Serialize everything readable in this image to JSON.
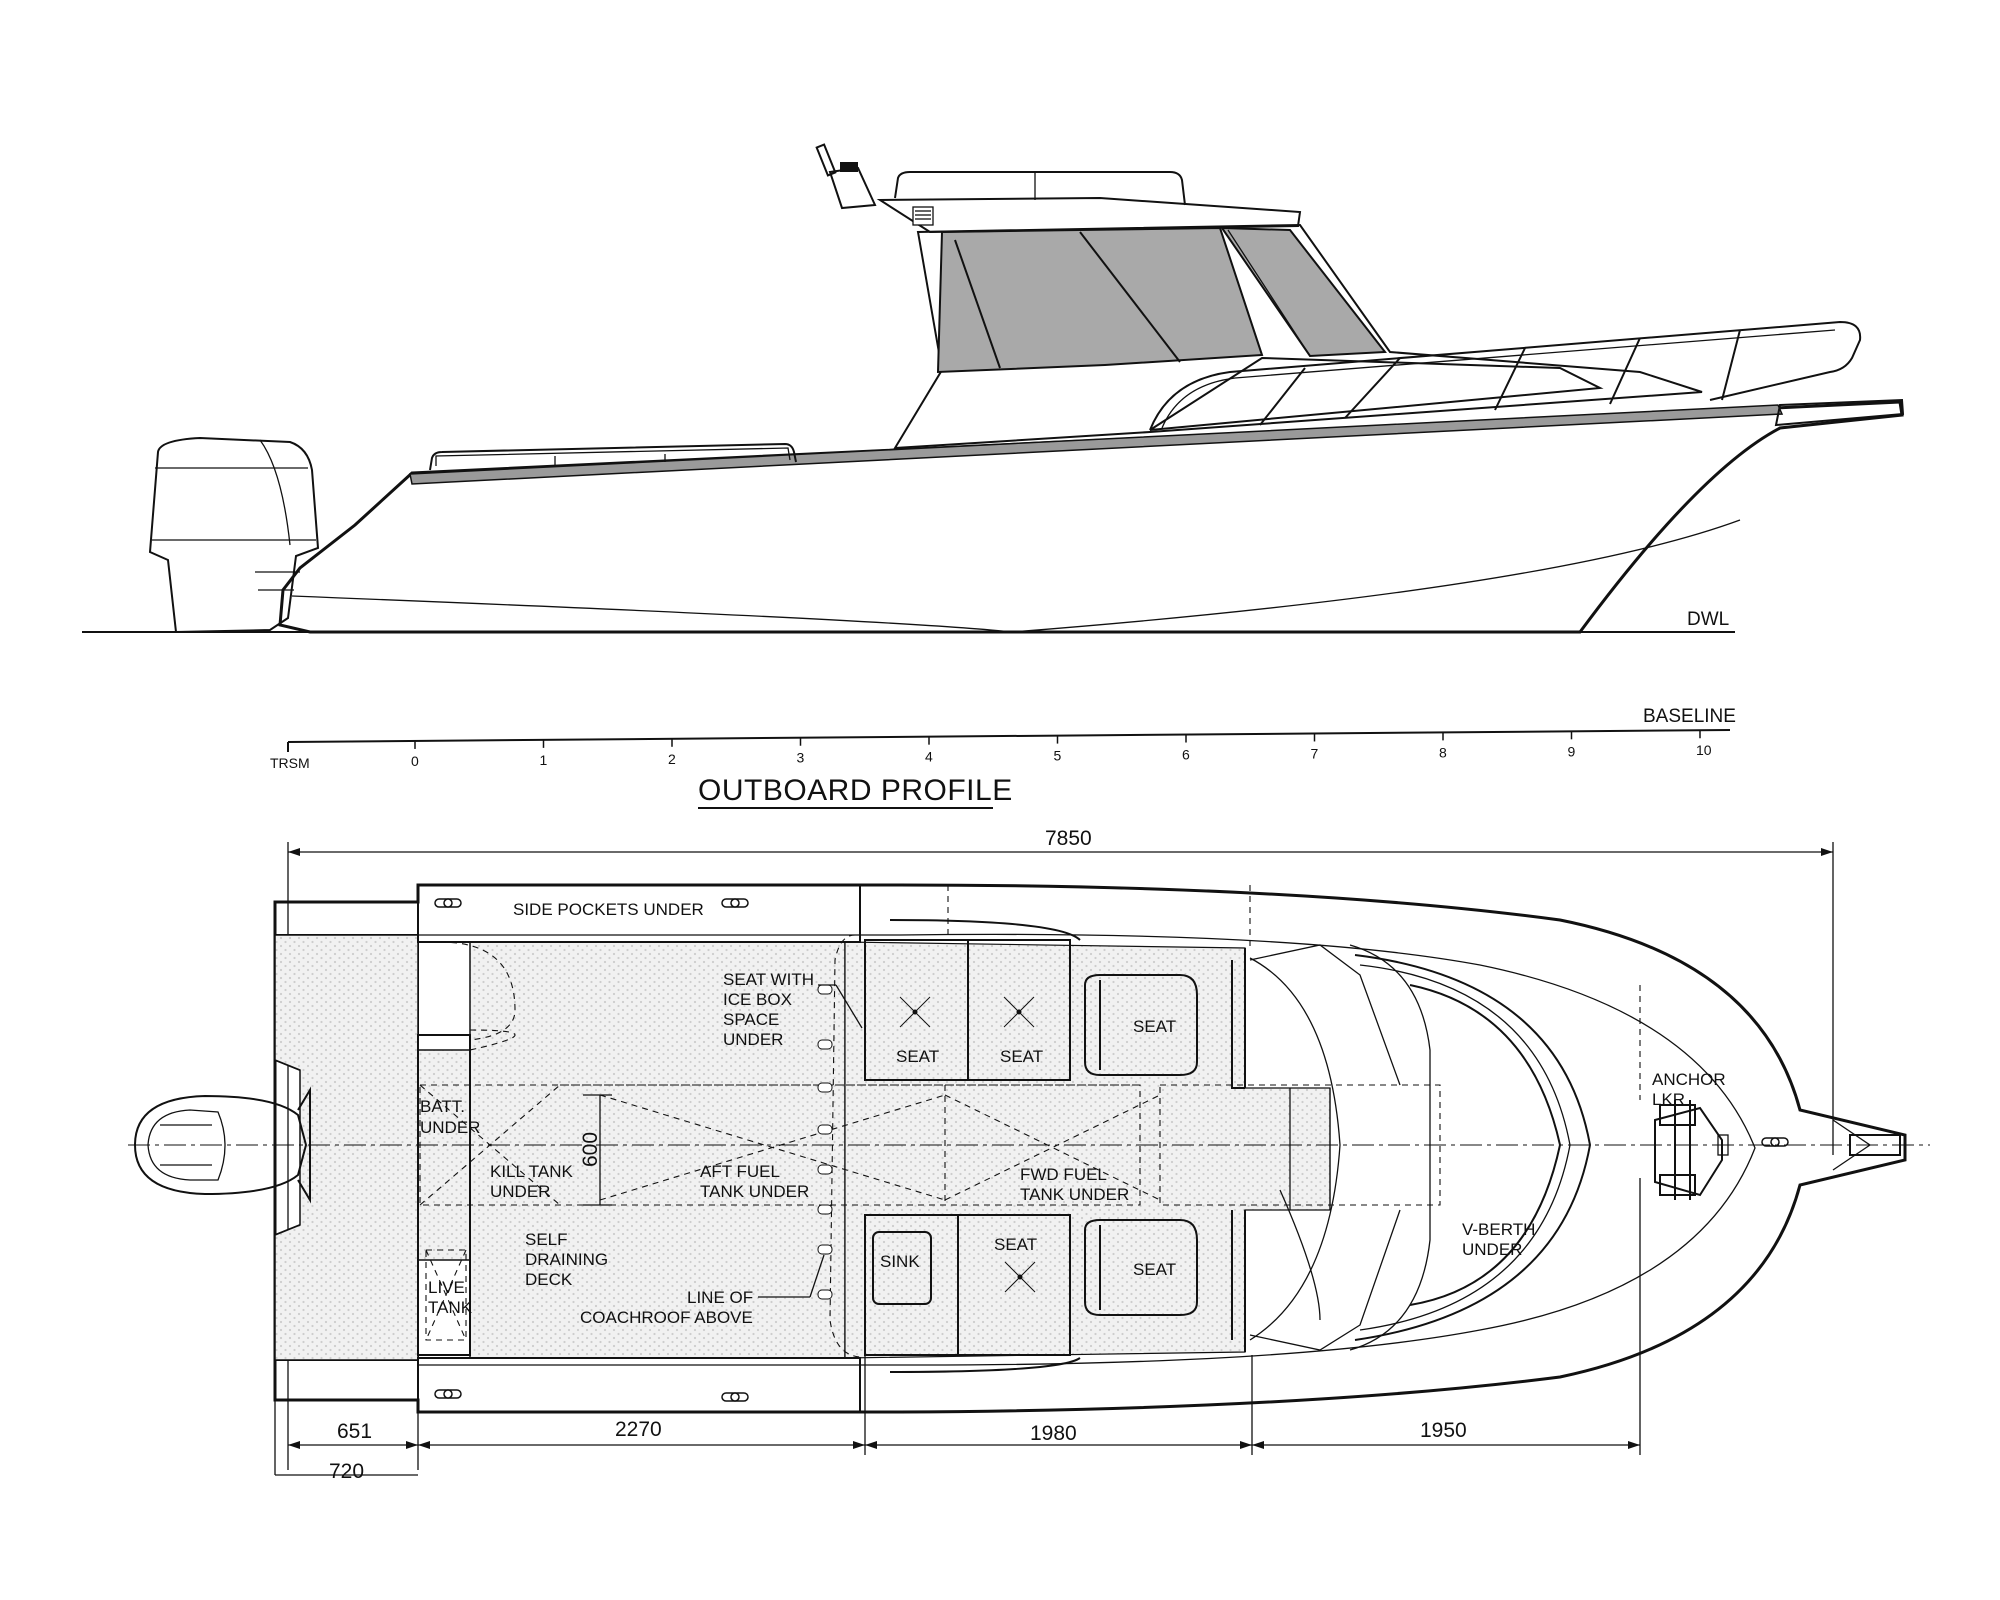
{
  "title": "OUTBOARD PROFILE",
  "profile": {
    "waterline_label": "DWL",
    "baseline_label": "BASELINE",
    "transom_label": "TRSM",
    "stations": [
      "0",
      "1",
      "2",
      "3",
      "4",
      "5",
      "6",
      "7",
      "8",
      "9",
      "10"
    ],
    "hull_color": "#0a0aa8",
    "glass_color": "#a9a9a9"
  },
  "plan": {
    "side_pockets": "SIDE POCKETS UNDER",
    "seat_ice_box": [
      "SEAT WITH",
      "ICE BOX",
      "SPACE",
      "UNDER"
    ],
    "seat": "SEAT",
    "sink": "SINK",
    "batt": [
      "BATT.",
      "UNDER"
    ],
    "kill_tank": [
      "KILL TANK",
      "UNDER"
    ],
    "beam_dim": "600",
    "aft_fuel": [
      "AFT FUEL",
      "TANK UNDER"
    ],
    "fwd_fuel": [
      "FWD FUEL",
      "TANK UNDER"
    ],
    "self_draining": [
      "SELF",
      "DRAINING",
      "DECK"
    ],
    "live_tank": [
      "LIVE",
      "TANK"
    ],
    "coachroof": [
      "LINE OF",
      "COACHROOF ABOVE"
    ],
    "v_berth": [
      "V-BERTH",
      "UNDER"
    ],
    "anchor": [
      "ANCHOR",
      "LKR"
    ]
  },
  "dimensions": {
    "overall": "7850",
    "aft_step": "651",
    "aft_total": "720",
    "cockpit": "2270",
    "cabin": "1980",
    "bow": "1950"
  }
}
